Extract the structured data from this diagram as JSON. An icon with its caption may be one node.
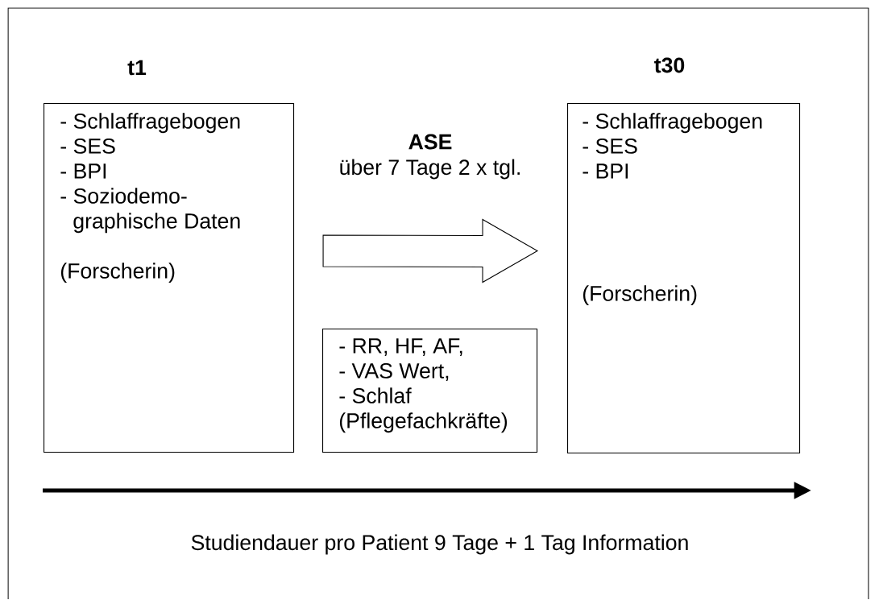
{
  "diagram": {
    "nodes": [
      {
        "text": [
          "t1",
          "- Schlaffragebogen",
          "- SES",
          "- BPI",
          "- Soziodemo- graphische Daten",
          "(Forscherin)"
        ]
      },
      {
        "text": [
          "t30",
          "- Schlaffragebogen",
          "- SES",
          "- BPI",
          "(Forscherin)"
        ]
      },
      {
        "text": [
          "- RR, HF, AF,",
          "- VAS Wert,",
          "- Schlaf",
          "(Pflegefachkräfte)"
        ]
      }
    ],
    "edges": [
      {
        "from": 0,
        "to": 1,
        "arrow": "to"
      }
    ],
    "labels": [
      "ASE",
      "über 7 Tage 2 x tgl.",
      "Studiendauer pro Patient 9 Tage + 1 Tag Information"
    ]
  }
}
